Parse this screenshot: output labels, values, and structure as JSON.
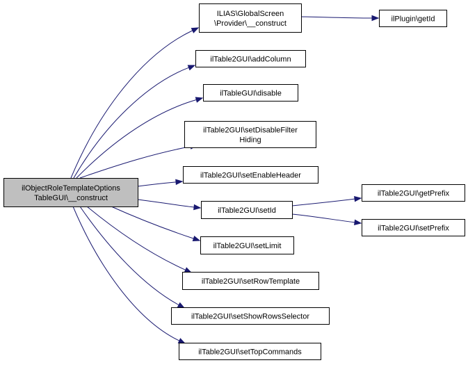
{
  "nodes": {
    "root": {
      "lines": [
        "ilObjectRoleTemplateOptions",
        "TableGUI\\__construct"
      ]
    },
    "provider_construct": {
      "lines": [
        "ILIAS\\GlobalScreen",
        "\\Provider\\__construct"
      ]
    },
    "plugin_getid": {
      "lines": [
        "ilPlugin\\getId"
      ]
    },
    "add_column": {
      "lines": [
        "ilTable2GUI\\addColumn"
      ]
    },
    "disable": {
      "lines": [
        "ilTableGUI\\disable"
      ]
    },
    "set_disable_filter_hiding": {
      "lines": [
        "ilTable2GUI\\setDisableFilter",
        "Hiding"
      ]
    },
    "set_enable_header": {
      "lines": [
        "ilTable2GUI\\setEnableHeader"
      ]
    },
    "set_id": {
      "lines": [
        "ilTable2GUI\\setId"
      ]
    },
    "get_prefix": {
      "lines": [
        "ilTable2GUI\\getPrefix"
      ]
    },
    "set_prefix": {
      "lines": [
        "ilTable2GUI\\setPrefix"
      ]
    },
    "set_limit": {
      "lines": [
        "ilTable2GUI\\setLimit"
      ]
    },
    "set_row_template": {
      "lines": [
        "ilTable2GUI\\setRowTemplate"
      ]
    },
    "set_show_rows_selector": {
      "lines": [
        "ilTable2GUI\\setShowRowsSelector"
      ]
    },
    "set_top_commands": {
      "lines": [
        "ilTable2GUI\\setTopCommands"
      ]
    }
  },
  "edges": [
    [
      "root",
      "provider_construct"
    ],
    [
      "root",
      "add_column"
    ],
    [
      "root",
      "disable"
    ],
    [
      "root",
      "set_disable_filter_hiding"
    ],
    [
      "root",
      "set_enable_header"
    ],
    [
      "root",
      "set_id"
    ],
    [
      "root",
      "set_limit"
    ],
    [
      "root",
      "set_row_template"
    ],
    [
      "root",
      "set_show_rows_selector"
    ],
    [
      "root",
      "set_top_commands"
    ],
    [
      "provider_construct",
      "plugin_getid"
    ],
    [
      "set_id",
      "get_prefix"
    ],
    [
      "set_id",
      "set_prefix"
    ]
  ],
  "colors": {
    "edge": "#191970",
    "root_fill": "#bfbfbf",
    "node_fill": "#ffffff",
    "border": "#000000"
  }
}
